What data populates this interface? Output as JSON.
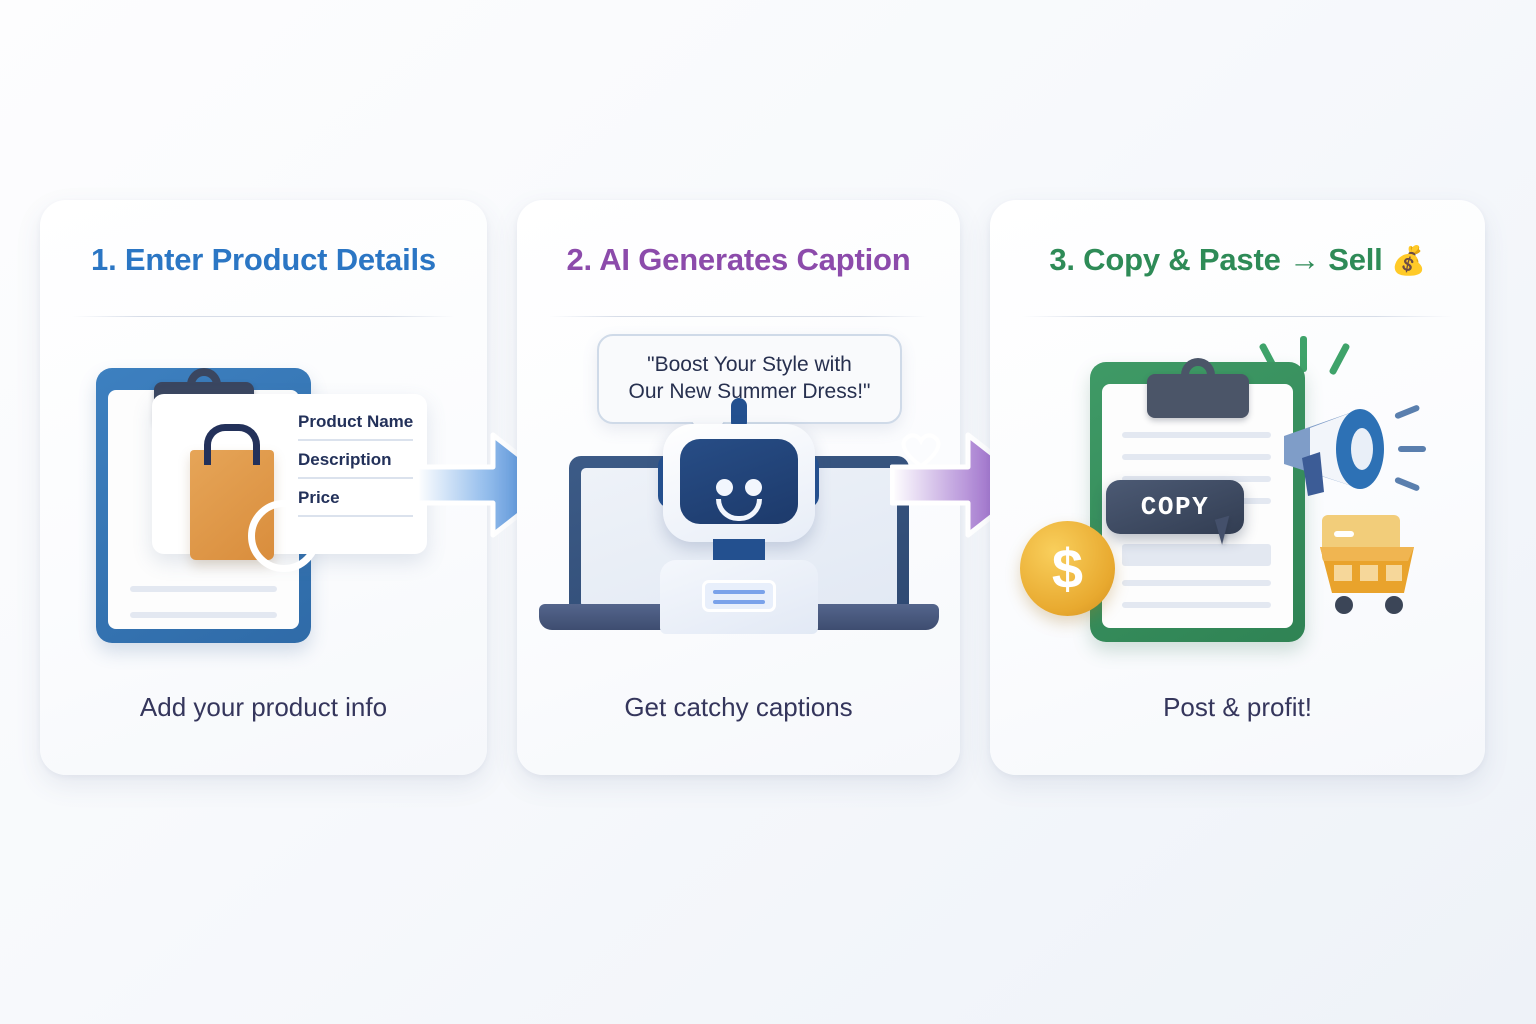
{
  "meta": {
    "kind": "three-step-infographic",
    "background": "#f7f9fc"
  },
  "colors": {
    "step1_accent": "#2b76c4",
    "step2_accent": "#8c4bab",
    "step3_accent": "#2e8b57",
    "caption_text": "#35365c",
    "card_background": "#ffffff",
    "arrow1": "#3b82d6",
    "arrow2": "#8b5cc4",
    "coin_gold": "#e8a92f",
    "bag_orange": "#d98d3c",
    "clipboard_blue": "#3d80c0",
    "clipboard_green": "#3f9a66",
    "copy_button": "#3a4760"
  },
  "steps": [
    {
      "number": "1.",
      "title": "1. Enter Product Details",
      "caption": "Add your product info",
      "form_fields": [
        "Product Name",
        "Description",
        "Price"
      ],
      "icons": [
        "clipboard-icon",
        "shopping-bag-icon"
      ]
    },
    {
      "number": "2.",
      "title": "2. AI Generates Caption",
      "caption": "Get catchy captions",
      "speech_bubble": {
        "line1": "\"Boost Your Style with",
        "line2": "Our New Summer Dress!\""
      },
      "icons": [
        "robot-icon",
        "laptop-icon",
        "speech-bubble-icon",
        "heart-icon"
      ]
    },
    {
      "number": "3.",
      "title": "3. Copy & Paste → Sell 💰",
      "title_text": "3. Copy & Paste → Sell",
      "title_emoji": "💰",
      "caption": "Post & profit!",
      "copy_button_label": "COPY",
      "coin_symbol": "$",
      "icons": [
        "clipboard-icon",
        "copy-button",
        "cursor-icon",
        "megaphone-icon",
        "shopping-cart-icon",
        "dollar-coin-icon",
        "money-bag-icon"
      ]
    }
  ],
  "arrows": [
    {
      "name": "arrow-step1-to-step2",
      "direction": "right",
      "color": "#3b82d6"
    },
    {
      "name": "arrow-step2-to-step3",
      "direction": "right",
      "color": "#8b5cc4"
    }
  ]
}
